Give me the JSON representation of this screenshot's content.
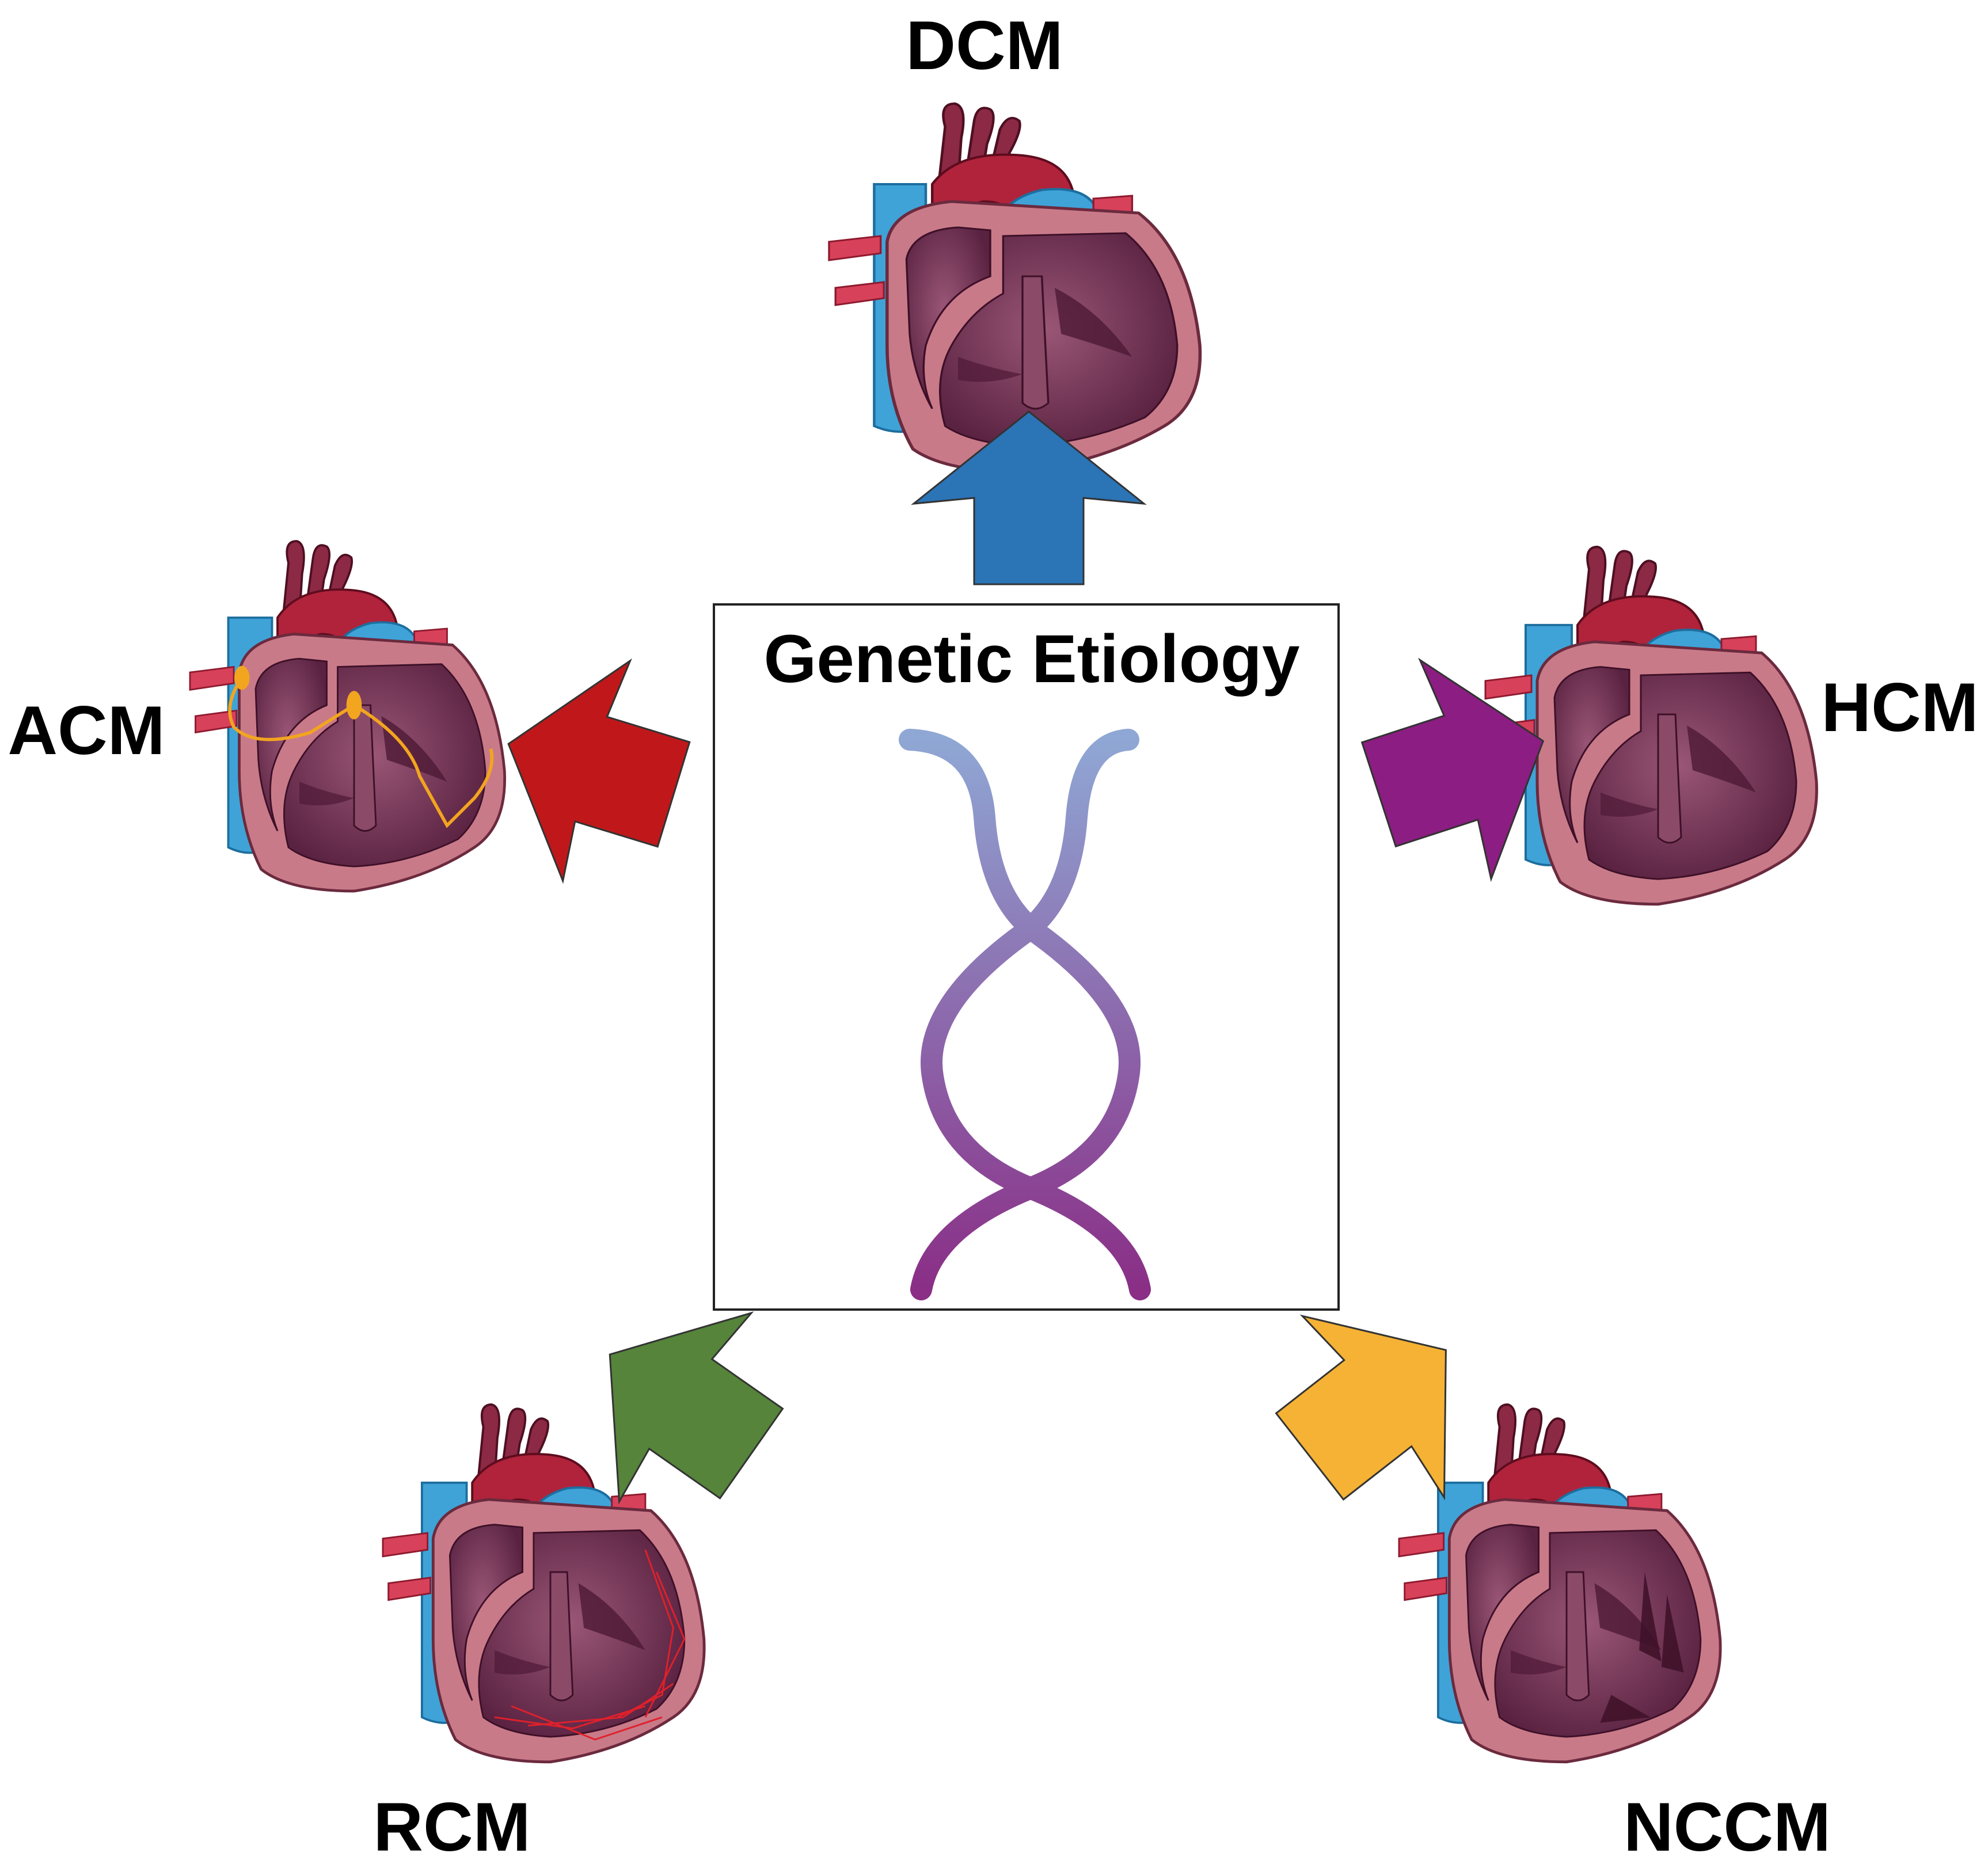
{
  "center": {
    "title": "Genetic Etiology",
    "icon": "dna-double-helix-icon"
  },
  "cardiomyopathies": [
    {
      "id": "dcm",
      "label": "DCM",
      "arrow_color": "#2B74B6",
      "detail": "dilated"
    },
    {
      "id": "hcm",
      "label": "HCM",
      "arrow_color": "#8C1D82",
      "detail": "thick"
    },
    {
      "id": "nccm",
      "label": "NCCM",
      "arrow_color": "#F5B234",
      "detail": "trabeculated"
    },
    {
      "id": "rcm",
      "label": "RCM",
      "arrow_color": "#55843A",
      "detail": "fibrosis"
    },
    {
      "id": "acm",
      "label": "ACM",
      "arrow_color": "#C0181A",
      "detail": "conduction"
    }
  ],
  "colors": {
    "heart_wall": "#C97A88",
    "heart_inner": "#6E2F4F",
    "aorta": "#B0233B",
    "vein": "#3FA3D8",
    "dna_top": "#8FA7D4",
    "dna_bottom": "#8A2E86",
    "conduction_line": "#F2A51F",
    "fibrosis_line": "#E0202A"
  }
}
